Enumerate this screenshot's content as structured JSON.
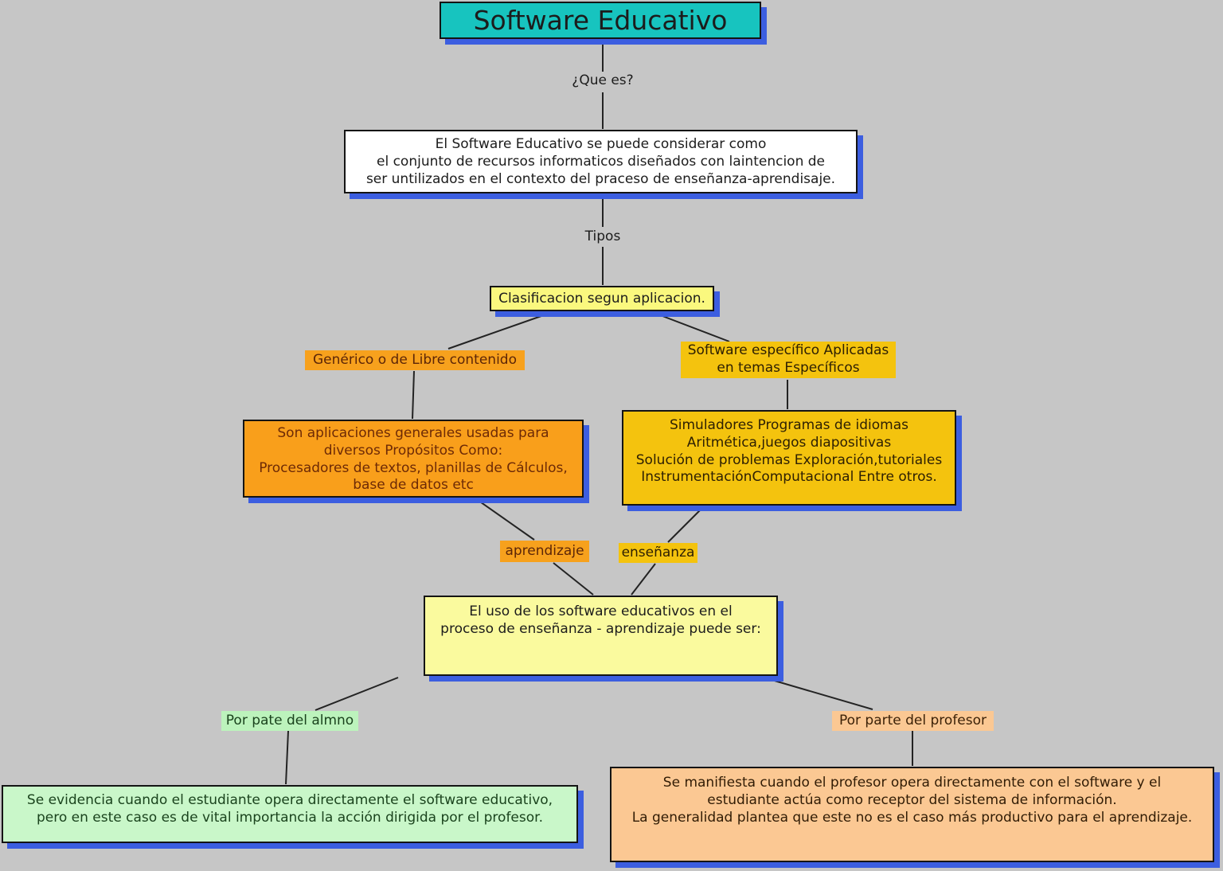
{
  "colors": {
    "background": "#c6c6c6",
    "shadow_blue": "#3c5ee0",
    "teal": "#17c4bf",
    "orange": "#f7a11d",
    "orange_box": "#f99f1b",
    "gold": "#f4c30e",
    "pale_yellow": "#faf87e",
    "light_yellow": "#fafa9e",
    "light_green_label": "#bcf3bc",
    "light_green_box": "#c9f7c9",
    "peach": "#fbc893",
    "white": "#ffffff",
    "line": "#232323"
  },
  "nodes": {
    "title": "Software Educativo",
    "question": "¿Que es?",
    "definition": "El Software Educativo se puede considerar como\nel conjunto de recursos informaticos diseñados con laintencion de\nser untilizados en el contexto del praceso de enseñanza-aprendisaje.",
    "tipos": "Tipos",
    "clasificacion": "Clasificacion segun aplicacion.",
    "generico": "Genérico o de Libre contenido",
    "especifico": "Software específico Aplicadas\nen temas Específicos",
    "generico_desc": "Son aplicaciones generales usadas para\ndiversos Propósitos Como:\nProcesadores de textos, planillas de Cálculos,\nbase de datos etc",
    "especifico_desc": "Simuladores Programas de idiomas\nAritmética,juegos diapositivas\nSolución de problemas Exploración,tutoriales\nInstrumentaciónComputacional Entre otros.",
    "aprendizaje": "aprendizaje",
    "ensenanza": "enseñanza",
    "uso": "El uso de los software educativos en el\nproceso de enseñanza - aprendizaje puede ser:",
    "por_alumno": "Por pate del almno",
    "por_profesor": "Por parte del profesor",
    "alumno_desc": "Se evidencia cuando el estudiante opera directamente el software educativo,\npero en este caso es de vital importancia la acción dirigida por el profesor.",
    "profesor_desc": "Se manifiesta cuando el profesor opera directamente con el software y el\nestudiante actúa como receptor del sistema de información.\nLa generalidad plantea que este no es el caso más productivo para el aprendizaje."
  }
}
